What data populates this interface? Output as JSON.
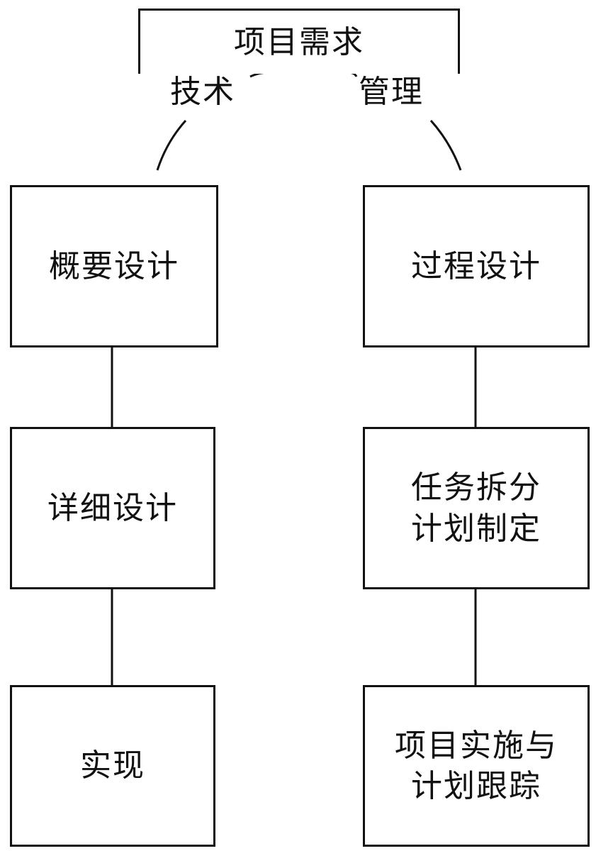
{
  "diagram": {
    "root": {
      "label": "项目需求"
    },
    "branches": {
      "left_label": "技术",
      "right_label": "管理"
    },
    "left_column": [
      {
        "lines": [
          "概要设计"
        ]
      },
      {
        "lines": [
          "详细设计"
        ]
      },
      {
        "lines": [
          "实现"
        ]
      }
    ],
    "right_column": [
      {
        "lines": [
          "过程设计"
        ]
      },
      {
        "lines": [
          "任务拆分",
          "计划制定"
        ]
      },
      {
        "lines": [
          "项目实施与",
          "计划跟踪"
        ]
      }
    ]
  }
}
